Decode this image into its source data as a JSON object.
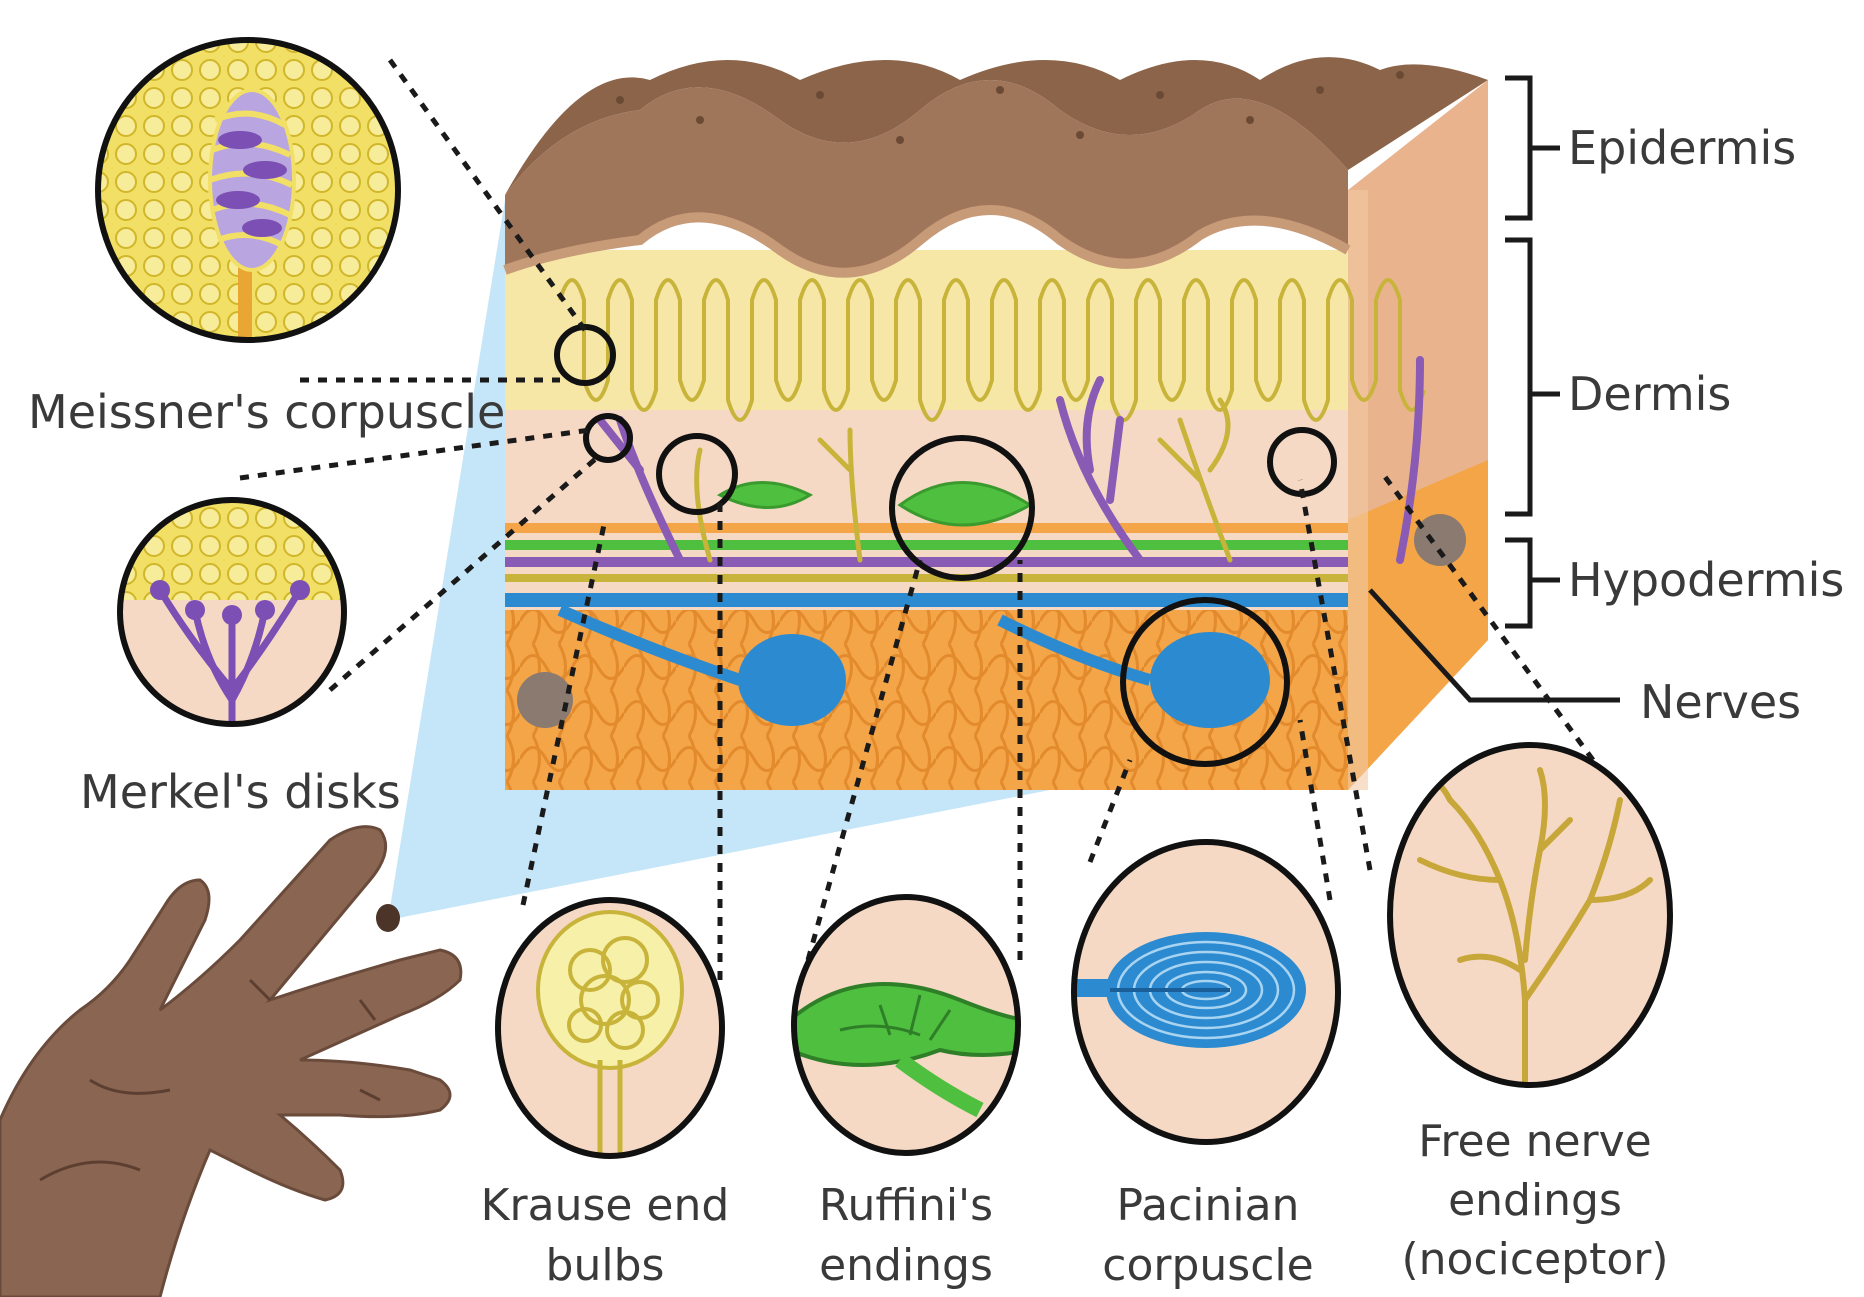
{
  "layers": {
    "epidermis": "Epidermis",
    "dermis": "Dermis",
    "hypodermis": "Hypodermis",
    "nerves": "Nerves"
  },
  "receptors": {
    "meissner": "Meissner's corpuscle",
    "merkel": "Merkel's disks",
    "krause": [
      "Krause end",
      "bulbs"
    ],
    "ruffini": [
      "Ruffini's",
      "endings"
    ],
    "pacinian": [
      "Pacinian",
      "corpuscle"
    ],
    "free_nerve": [
      "Free nerve",
      "endings",
      "(nociceptor)"
    ]
  },
  "colors": {
    "epidermis": "#a0765a",
    "dermis": "#f6e7a6",
    "dermis_lower": "#f6d9c4",
    "hypodermis_fat": "#f3a548",
    "nerve_purple": "#8a5bb5",
    "nerve_yellow": "#c8b43a",
    "ruffini_green": "#4fbf3f",
    "pacinian_blue": "#2c8bd0",
    "zoom_highlight": "#bfe3f7",
    "skin_hand": "#8a6652"
  }
}
